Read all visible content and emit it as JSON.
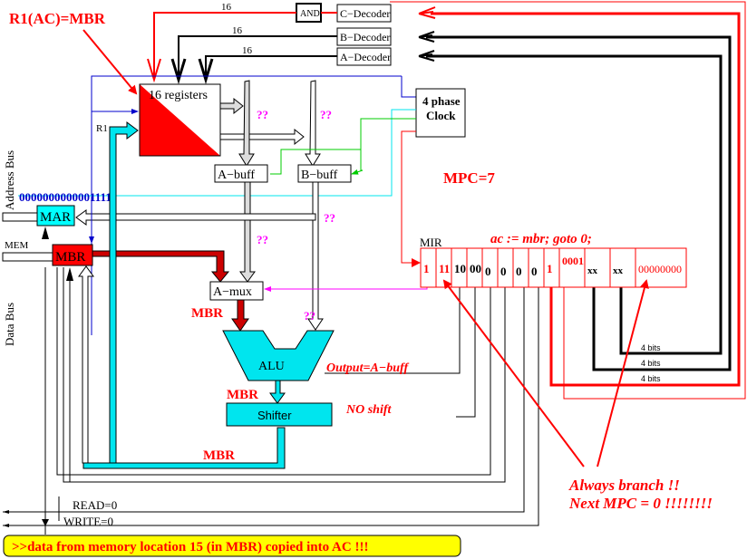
{
  "colors": {
    "red": "#ff0000",
    "cyan": "#00ffff",
    "aqua_fill": "#00e5ee",
    "blue": "#0000cc",
    "green": "#00cc00",
    "magenta": "#ff00ff",
    "gray": "#dddddd",
    "yellow": "#ffff00",
    "black": "#000000"
  },
  "annotations": {
    "r1_ac_mbr": "R1(AC)=MBR",
    "mpc": "MPC=7",
    "micro_instruction": "ac := mbr; goto 0;",
    "output_a_buff": "Output=A−buff",
    "no_shift": "NO shift",
    "always_branch": "Always branch !!",
    "next_mpc": "Next MPC = 0 !!!!!!!!",
    "mbr_amux": "MBR",
    "mbr_alu": "MBR",
    "mbr_shifter": "MBR",
    "banner": ">>data from memory location 15 (in MBR) copied into AC !!!"
  },
  "components": {
    "and_gate": "AND",
    "c_decoder": "C−Decoder",
    "b_decoder": "B−Decoder",
    "a_decoder": "A−Decoder",
    "registers": "16 registers",
    "clock_line1": "4 phase",
    "clock_line2": "Clock",
    "a_buff": "A−buff",
    "b_buff": "B−buff",
    "mar": "MAR",
    "mbr": "MBR",
    "a_mux": "A−mux",
    "alu": "ALU",
    "shifter": "Shifter",
    "mir_label": "MIR",
    "r1": "R1",
    "mem": "MEM"
  },
  "bus_labels": {
    "address_bus": "Address Bus",
    "data_bus": "Data Bus",
    "mar_value": "0000000000001111",
    "width_c": "16",
    "width_b": "16",
    "width_a": "16",
    "addr_field_bits": "4 bits",
    "b_field_bits": "4 bits",
    "c_field_bits": "4 bits",
    "read": "READ=0",
    "write": "WRITE=0"
  },
  "unknowns": [
    "??",
    "??",
    "??",
    "??",
    "??"
  ],
  "mir_fields": [
    {
      "name": "amux",
      "value": "1",
      "color": "red"
    },
    {
      "name": "cond",
      "value": "11",
      "color": "red"
    },
    {
      "name": "alu",
      "value": "10",
      "color": "black"
    },
    {
      "name": "sh",
      "value": "00",
      "color": "black"
    },
    {
      "name": "mbr",
      "value": "0",
      "color": "black"
    },
    {
      "name": "mar",
      "value": "0",
      "color": "black"
    },
    {
      "name": "rd",
      "value": "0",
      "color": "black"
    },
    {
      "name": "wr",
      "value": "0",
      "color": "black"
    },
    {
      "name": "enc",
      "value": "1",
      "color": "red"
    },
    {
      "name": "c",
      "value": "0001",
      "color": "red"
    },
    {
      "name": "b",
      "value": "xx",
      "color": "black"
    },
    {
      "name": "a",
      "value": "xx",
      "color": "black"
    },
    {
      "name": "addr",
      "value": "00000000",
      "color": "red"
    }
  ]
}
